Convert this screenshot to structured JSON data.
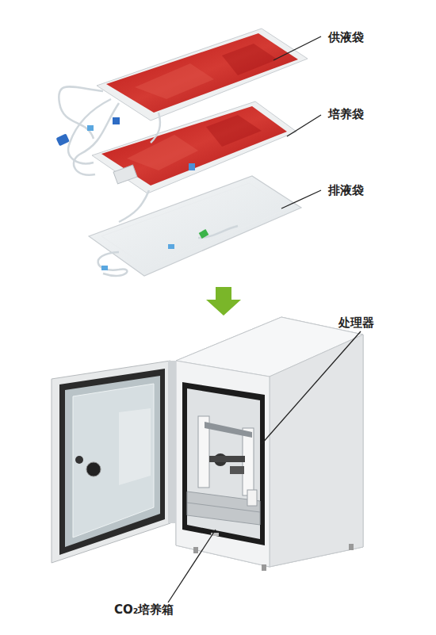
{
  "diagram": {
    "labels": [
      "供液袋",
      "培养袋",
      "排液袋",
      "处理器",
      "CO₂培养箱"
    ]
  }
}
